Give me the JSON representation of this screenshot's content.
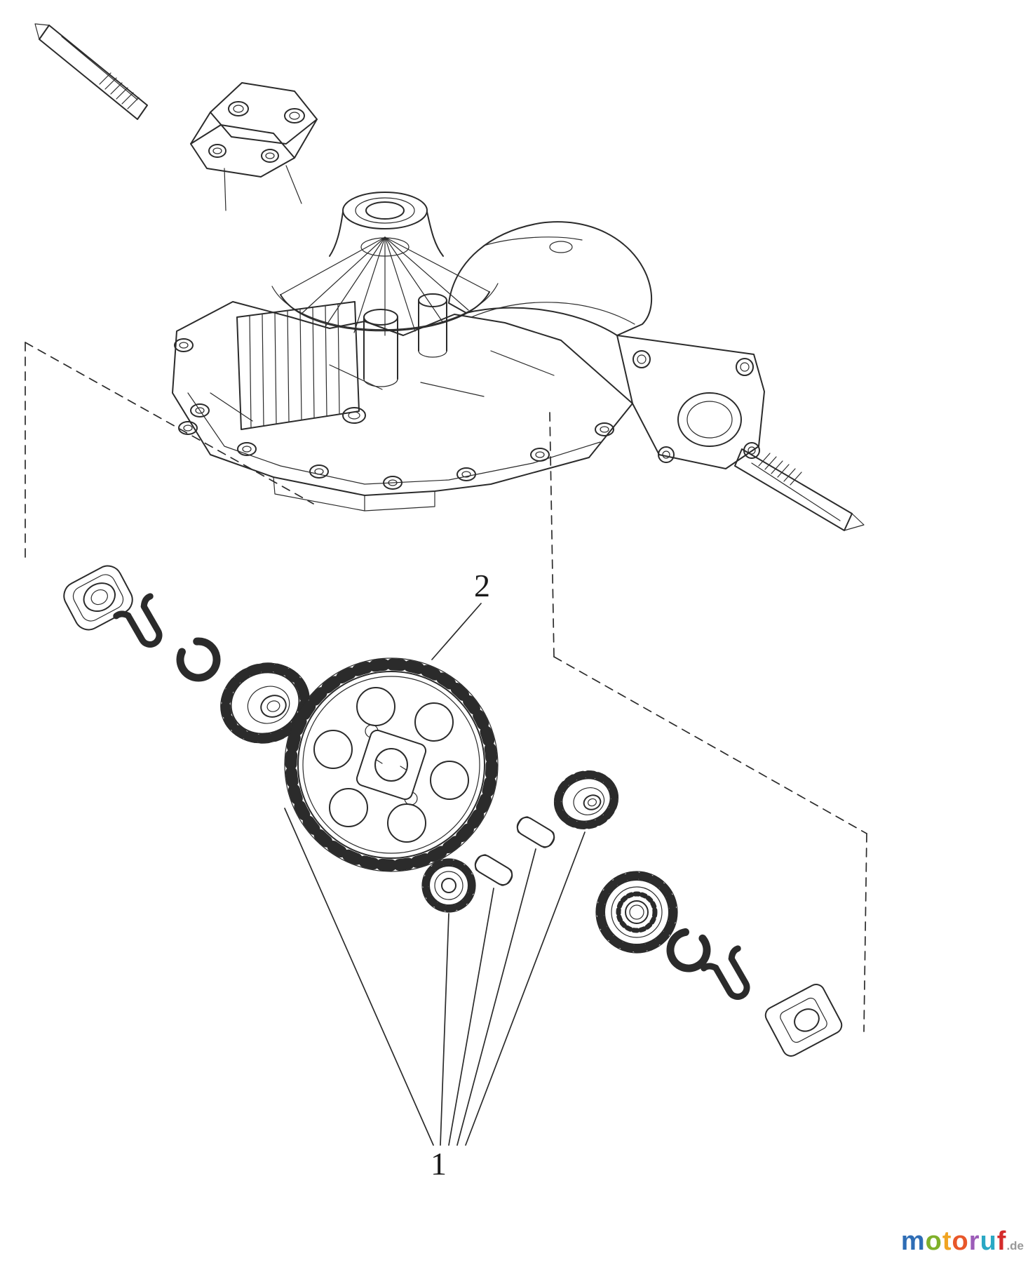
{
  "callouts": {
    "upper": {
      "label": "2"
    },
    "lower": {
      "label": "1"
    }
  },
  "watermark": {
    "letters": [
      {
        "char": "m",
        "color": "#2e6db5"
      },
      {
        "char": "o",
        "color": "#7fb02a"
      },
      {
        "char": "t",
        "color": "#f0a422"
      },
      {
        "char": "o",
        "color": "#e8572a"
      },
      {
        "char": "r",
        "color": "#9c5cb8"
      },
      {
        "char": "u",
        "color": "#2aa8c4"
      },
      {
        "char": "f",
        "color": "#d42b2b"
      }
    ],
    "tld": {
      "text": ".de",
      "color": "#999999"
    }
  },
  "colors": {
    "background": "#ffffff",
    "line": "#2b2b2b"
  }
}
